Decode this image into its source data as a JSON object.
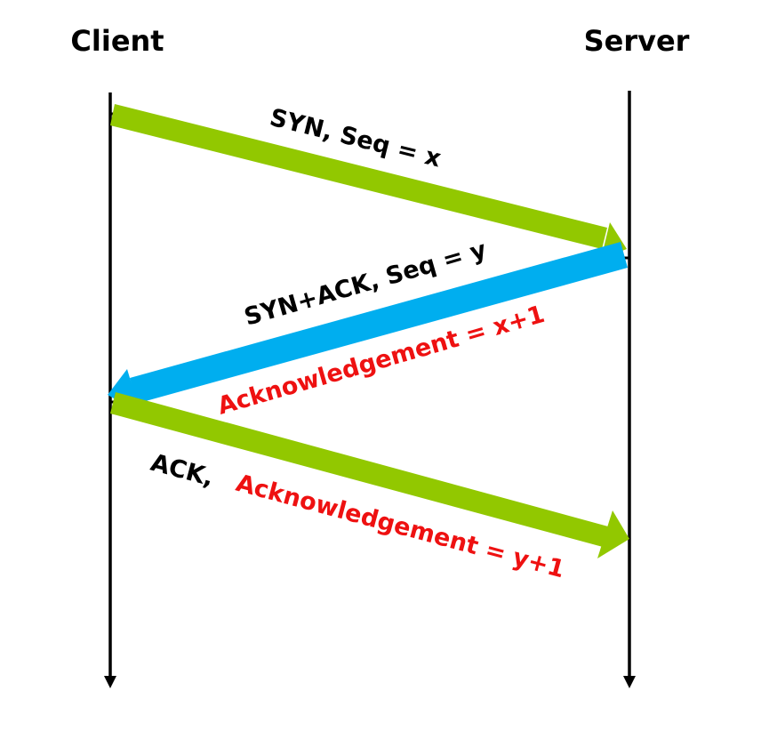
{
  "participants": {
    "client": "Client",
    "server": "Server"
  },
  "messages": [
    {
      "id": "syn",
      "from": "client",
      "to": "server",
      "label": "SYN, Seq = x",
      "color": "#92c800"
    },
    {
      "id": "syn-ack",
      "from": "server",
      "to": "client",
      "label": "SYN+ACK, Seq = y",
      "ack_label": "Acknowledgement = x+1",
      "color": "#00aeef"
    },
    {
      "id": "ack",
      "from": "client",
      "to": "server",
      "label": "ACK,",
      "ack_label": "Acknowledgement = y+1",
      "color": "#92c800"
    }
  ],
  "colors": {
    "lifeline": "#000000",
    "label_text": "#000000",
    "ack_text": "#ee1111"
  }
}
